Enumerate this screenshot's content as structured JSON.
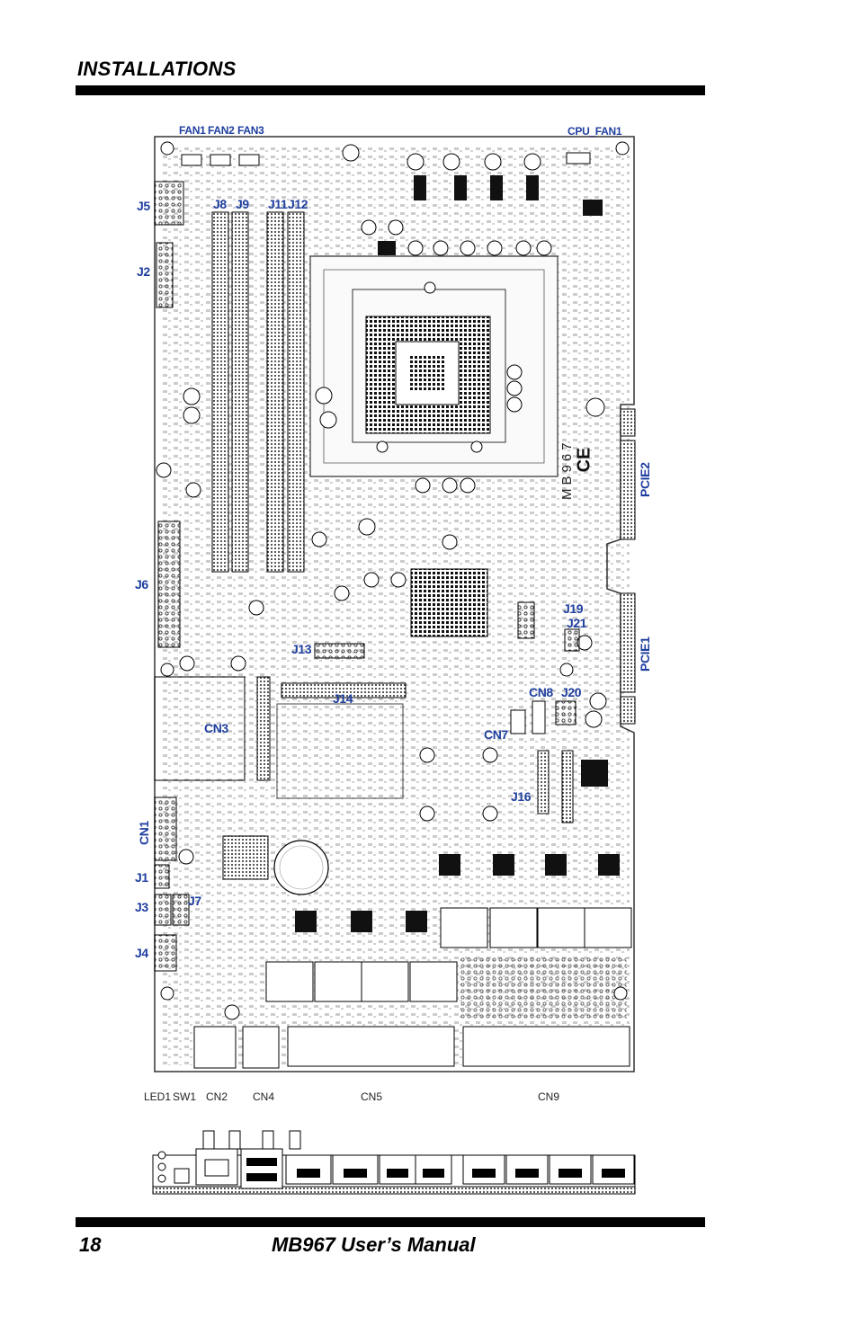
{
  "header": {
    "section_title": "INSTALLATIONS"
  },
  "footer": {
    "page_number": "18",
    "manual_title": "MB967 User’s Manual"
  },
  "board": {
    "silkscreen": "MB967",
    "labels": {
      "fan1": "FAN1",
      "fan2": "FAN2",
      "fan3": "FAN3",
      "cpu_fan1": "CPU_FAN1",
      "j5": "J5",
      "j8": "J8",
      "j9": "J9",
      "j11": "J11",
      "j12": "J12",
      "j2": "J2",
      "j6": "J6",
      "j13": "J13",
      "j14": "J14",
      "cn3": "CN3",
      "cn1": "CN1",
      "j1": "J1",
      "j3": "J3",
      "j7": "J7",
      "j4": "J4",
      "pcie2": "PCIE2",
      "pcie1": "PCIE1",
      "j19": "J19",
      "j21": "J21",
      "cn8": "CN8",
      "j20": "J20",
      "cn7": "CN7",
      "j16": "J16"
    }
  },
  "io_panel": {
    "labels": {
      "led1": "LED1",
      "sw1": "SW1",
      "cn2": "CN2",
      "cn4": "CN4",
      "cn5": "CN5",
      "cn9": "CN9"
    }
  }
}
